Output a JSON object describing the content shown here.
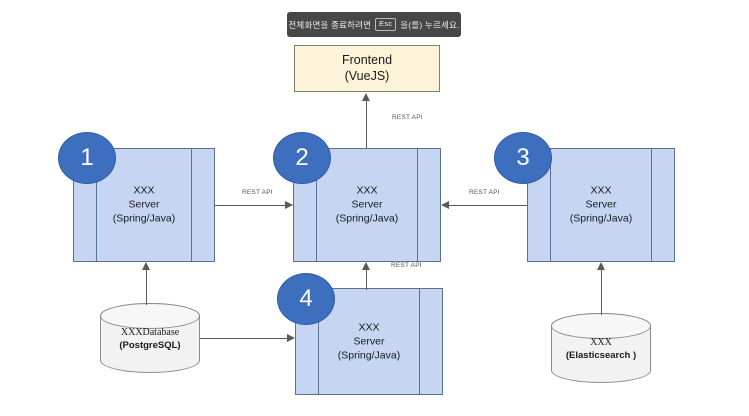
{
  "toast": {
    "text_before": "전체화면을 종료하려면",
    "key_label": "Esc",
    "text_after": "을(를) 누르세요."
  },
  "frontend": {
    "line1": "Frontend",
    "line2": "(VueJS)"
  },
  "servers": [
    {
      "badge": "1",
      "line1": "XXX",
      "line2": "Server",
      "line3": "(Spring/Java)"
    },
    {
      "badge": "2",
      "line1": "XXX",
      "line2": "Server",
      "line3": "(Spring/Java)"
    },
    {
      "badge": "3",
      "line1": "XXX",
      "line2": "Server",
      "line3": "(Spring/Java)"
    },
    {
      "badge": "4",
      "line1": "XXX",
      "line2": "Server",
      "line3": "(Spring/Java)"
    }
  ],
  "databases": [
    {
      "line1": "XXXDatabase",
      "line2": "(PostgreSQL)"
    },
    {
      "line1": "XXX",
      "line2": "(Elasticsearch )"
    }
  ],
  "edge_labels": {
    "front_to_mid": "REST API",
    "left_to_mid": "REST API",
    "right_to_mid": "REST API",
    "bottom_to_mid": "REST API"
  },
  "colors": {
    "server_fill": "#c5d5f2",
    "server_stroke": "#5b6f8f",
    "frontend_fill": "#fdf3d9",
    "frontend_stroke": "#7f7f6e",
    "badge_fill": "#3d6fbe",
    "cylinder_fill": "#f2f2f2",
    "connector": "#5a5a5a",
    "toast_bg": "#474747"
  }
}
